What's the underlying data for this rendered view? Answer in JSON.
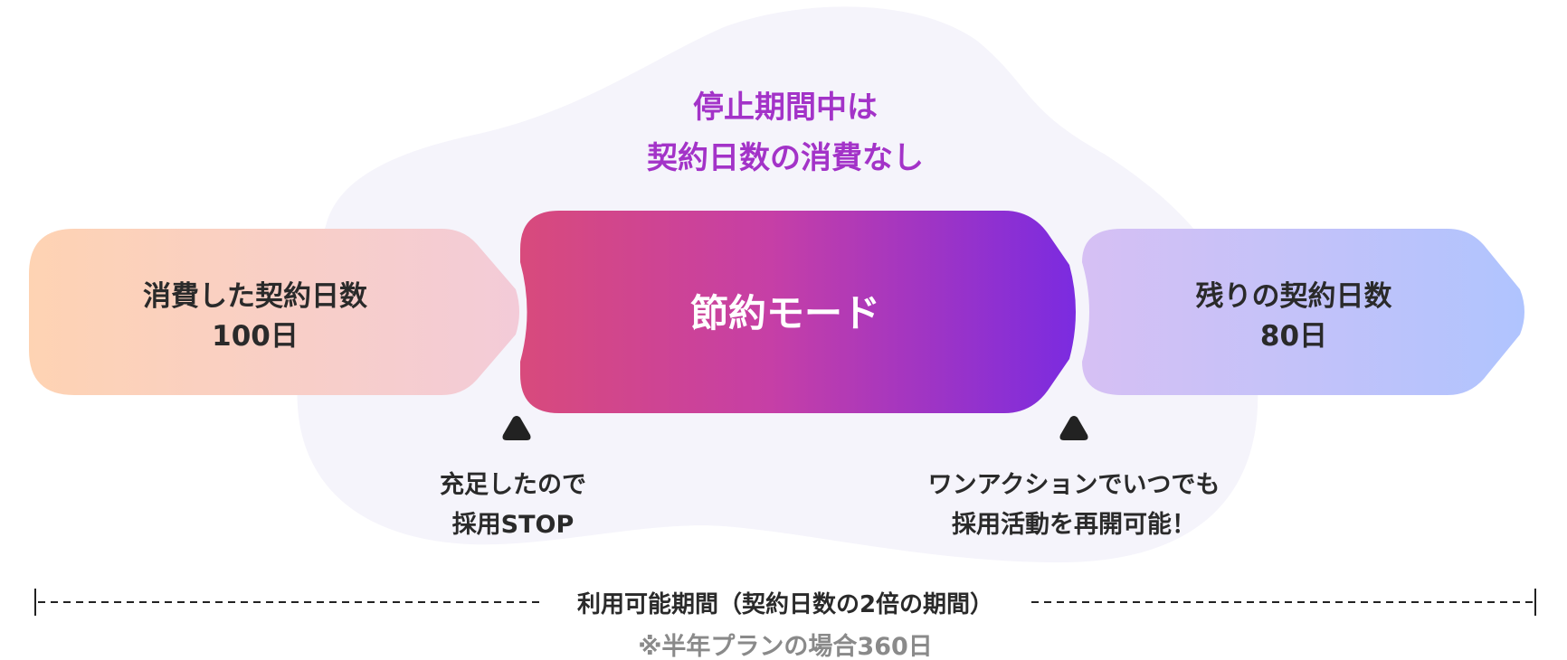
{
  "colors": {
    "blob": "#f5f4fb",
    "headline": "#a333c8",
    "text_dark": "#2a2a2a",
    "note_gray": "#8a8a8a",
    "left_gradient": [
      "#fed3b3",
      "#f3cbd8"
    ],
    "center_gradient": [
      "#d84a7c",
      "#c63fa6",
      "#7b2be0"
    ],
    "right_gradient": [
      "#d6c0f4",
      "#b0c4fe"
    ],
    "triangle": "#222222"
  },
  "headline": {
    "line1": "停止期間中は",
    "line2": "契約日数の消費なし"
  },
  "segments": {
    "left": {
      "line1": "消費した契約日数",
      "line2": "100日"
    },
    "center": {
      "label": "節約モード"
    },
    "right": {
      "line1": "残りの契約日数",
      "line2": "80日"
    }
  },
  "markers": {
    "stop": {
      "line1": "充足したので",
      "line2": "採用STOP"
    },
    "resume": {
      "line1": "ワンアクションでいつでも",
      "line2": "採用活動を再開可能！"
    }
  },
  "period": {
    "label": "利用可能期間（契約日数の2倍の期間）",
    "note": "※半年プランの場合360日"
  }
}
